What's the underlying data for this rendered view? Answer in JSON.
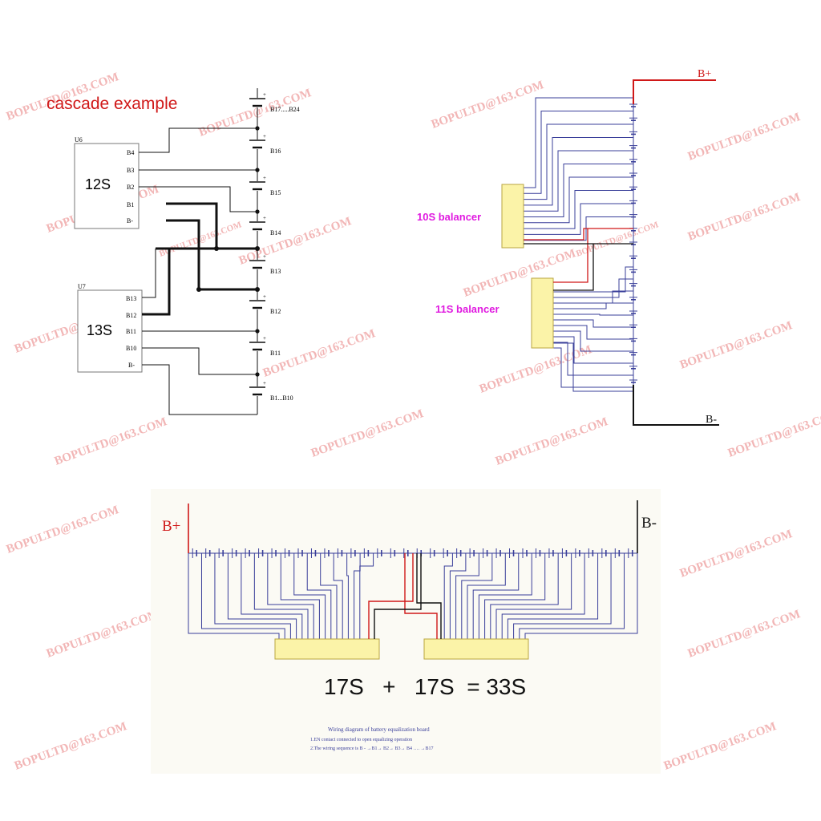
{
  "colors": {
    "wire": "#3a3f9a",
    "black": "#111111",
    "red": "#d01818",
    "magenta": "#e01ae0",
    "module_fill": "#fbf3a8",
    "module_stroke": "#b9a640",
    "watermark": "#f2b6b6",
    "panel_bg": "#fbfaf4"
  },
  "watermark": {
    "text": "BOPULTD@163.COM"
  },
  "cascade": {
    "title": "cascade example",
    "u6": {
      "ref": "U6",
      "size": "12S",
      "pins": [
        "B4",
        "B3",
        "B2",
        "B1",
        "B-"
      ]
    },
    "u7": {
      "ref": "U7",
      "size": "13S",
      "pins": [
        "B13",
        "B12",
        "B11",
        "B10",
        "B-"
      ]
    },
    "cells": [
      "B17.....B24",
      "B16",
      "B15",
      "B14",
      "B13",
      "B12",
      "B11",
      "B1...B10"
    ],
    "plus_sign": "+"
  },
  "right_diagram": {
    "bplus": "B+",
    "bminus": "B-",
    "balancer_10s": "10S balancer",
    "balancer_11s": "11S balancer"
  },
  "bottom_diagram": {
    "bplus": "B+",
    "bminus": "B-",
    "equation": "17S   +   17S  = 33S",
    "caption_title": "Wiring diagram of battery equalization board",
    "caption_line1": "1.EN contact connected to open equalizing operation",
    "caption_line2": "2.The wiring sequence is B - →B1→ B2→ B3→ B4 …. →B17"
  }
}
